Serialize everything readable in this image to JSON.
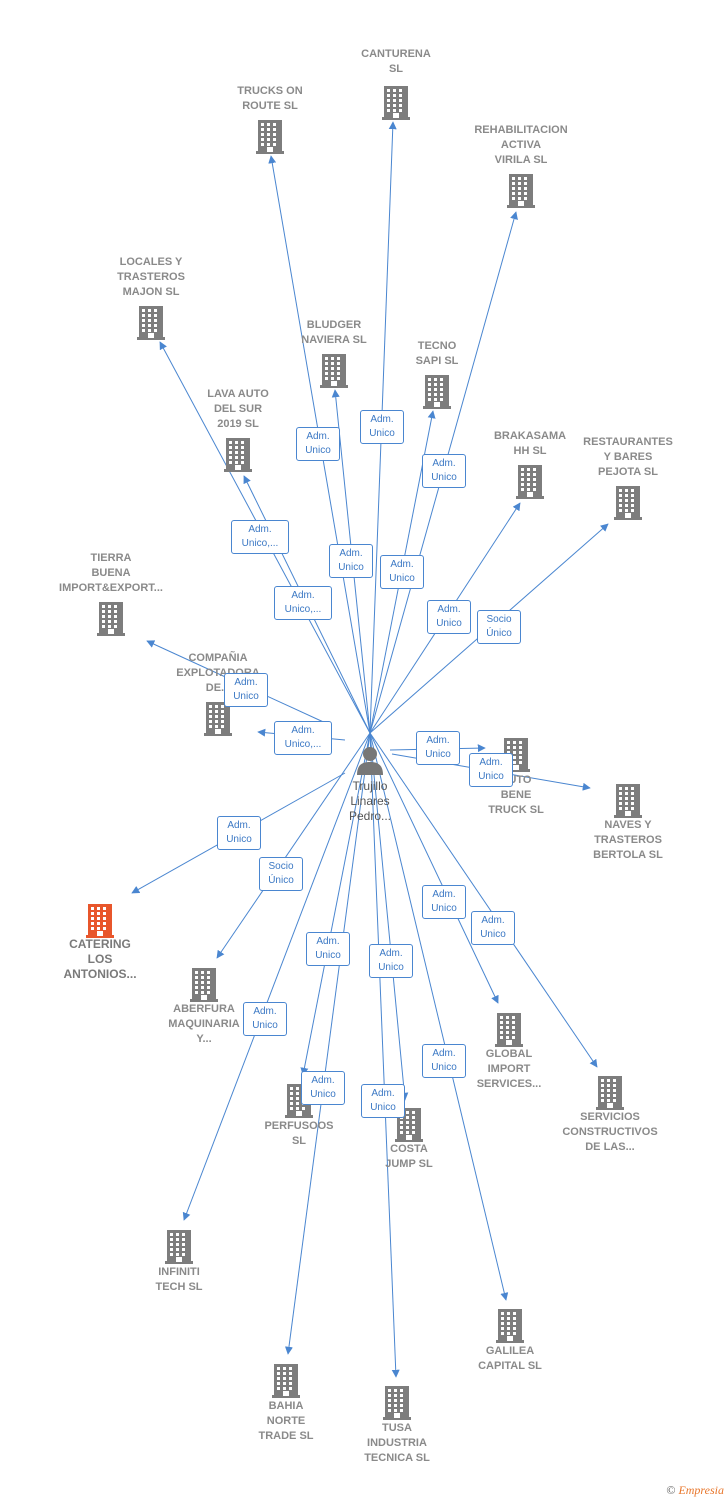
{
  "center": {
    "label": "Trujillo\nLinares\nPedro..."
  },
  "nodes": [
    {
      "id": "canturena",
      "label": "CANTURENA\nSL"
    },
    {
      "id": "trucks-on-route",
      "label": "TRUCKS ON\nROUTE  SL"
    },
    {
      "id": "rehabilitacion",
      "label": "REHABILITACION\nACTIVA\nVIRILA  SL"
    },
    {
      "id": "locales-trasteros",
      "label": "LOCALES Y\nTRASTEROS\nMAJON  SL"
    },
    {
      "id": "bludger",
      "label": "BLUDGER\nNAVIERA  SL"
    },
    {
      "id": "tecno-sapi",
      "label": "TECNO\nSAPI  SL"
    },
    {
      "id": "lava-auto",
      "label": "LAVA AUTO\nDEL SUR\n2019  SL"
    },
    {
      "id": "brakasama",
      "label": "BRAKASAMA\nHH  SL"
    },
    {
      "id": "restaurantes",
      "label": "RESTAURANTES\nY BARES\nPEJOTA  SL"
    },
    {
      "id": "tierra-buena",
      "label": "TIERRA\nBUENA\nIMPORT&EXPORT..."
    },
    {
      "id": "compania",
      "label": "COMPAÑIA\nEXPLOTADORA\nDE..."
    },
    {
      "id": "auto-bene",
      "label": "AUTO\nBENE\nTRUCK  SL"
    },
    {
      "id": "naves",
      "label": "NAVES Y\nTRASTEROS\nBERTOLA  SL"
    },
    {
      "id": "catering",
      "label": "CATERING\nLOS\nANTONIOS..."
    },
    {
      "id": "aberfura",
      "label": "ABERFURA\nMAQUINARIA\nY..."
    },
    {
      "id": "global-import",
      "label": "GLOBAL\nIMPORT\nSERVICES..."
    },
    {
      "id": "servicios",
      "label": "SERVICIOS\nCONSTRUCTIVOS\nDE LAS..."
    },
    {
      "id": "perfusoos",
      "label": "PERFUSOOS\nSL"
    },
    {
      "id": "costa-jump",
      "label": "COSTA\nJUMP  SL"
    },
    {
      "id": "infiniti",
      "label": "INFINITI\nTECH  SL"
    },
    {
      "id": "galilea",
      "label": "GALILEA\nCAPITAL  SL"
    },
    {
      "id": "bahia-norte",
      "label": "BAHIA\nNORTE\nTRADE  SL"
    },
    {
      "id": "tusa",
      "label": "TUSA\nINDUSTRIA\nTECNICA  SL"
    }
  ],
  "edges": [
    {
      "target": "canturena",
      "label": "Adm.\nUnico"
    },
    {
      "target": "trucks-on-route",
      "label": "Adm.\nUnico"
    },
    {
      "target": "rehabilitacion",
      "label": "Adm.\nUnico"
    },
    {
      "target": "locales-trasteros",
      "label": "Adm.\nUnico,..."
    },
    {
      "target": "bludger",
      "label": "Adm.\nUnico"
    },
    {
      "target": "tecno-sapi",
      "label": "Adm.\nUnico"
    },
    {
      "target": "lava-auto",
      "label": "Adm.\nUnico,..."
    },
    {
      "target": "brakasama",
      "label": "Adm.\nUnico"
    },
    {
      "target": "restaurantes",
      "label": "Socio\nÚnico"
    },
    {
      "target": "tierra-buena",
      "label": "Adm.\nUnico"
    },
    {
      "target": "compania",
      "label": "Adm.\nUnico,..."
    },
    {
      "target": "auto-bene",
      "label": "Adm.\nUnico"
    },
    {
      "target": "naves",
      "label": "Adm.\nUnico"
    },
    {
      "target": "catering",
      "label": "Adm.\nUnico"
    },
    {
      "target": "aberfura",
      "label": "Socio\nÚnico"
    },
    {
      "target": "global-import",
      "label": "Adm.\nUnico"
    },
    {
      "target": "servicios",
      "label": "Adm.\nUnico"
    },
    {
      "target": "perfusoos",
      "label": "Adm.\nUnico"
    },
    {
      "target": "costa-jump",
      "label": "Adm.\nUnico"
    },
    {
      "target": "infiniti",
      "label": "Adm.\nUnico"
    },
    {
      "target": "galilea",
      "label": "Adm.\nUnico"
    },
    {
      "target": "bahia-norte",
      "label": "Adm.\nUnico"
    },
    {
      "target": "tusa",
      "label": "Adm.\nUnico"
    }
  ],
  "colors": {
    "edge": "#4a86d0",
    "building": "#7d7d7d",
    "highlight": "#e8562b",
    "person": "#777777"
  },
  "footer": {
    "copyright": "©",
    "brand": "Empresia"
  }
}
